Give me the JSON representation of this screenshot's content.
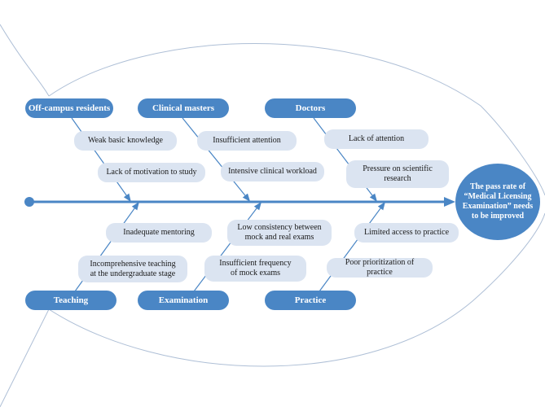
{
  "diagram": {
    "effect": "The pass rate of\n“Medical Licensing\nExamination” needs\nto be improved",
    "categories": {
      "off_campus_residents": "Off-campus residents",
      "clinical_masters": "Clinical masters",
      "doctors": "Doctors",
      "teaching": "Teaching",
      "examination": "Examination",
      "practice": "Practice"
    },
    "causes": {
      "weak_basic_knowledge": "Weak basic knowledge",
      "lack_of_motivation": "Lack of motivation to study",
      "insufficient_attention": "Insufficient attention",
      "intensive_clinical_workload": "Intensive clinical workload",
      "lack_of_attention": "Lack of attention",
      "pressure_on_research": "Pressure on scientific\nresearch",
      "inadequate_mentoring": "Inadequate mentoring",
      "incomprehensive_teaching": "Incomprehensive teaching\nat the undergraduate stage",
      "low_consistency": "Low consistency between\nmock and real exams",
      "insufficient_frequency": "Insufficient frequency\nof mock exams",
      "limited_access": "Limited access to practice",
      "poor_prioritization": "Poor prioritization of practice"
    },
    "colors": {
      "primary": "#4a86c5",
      "cause_fill": "#dbe4f1",
      "outline": "#aebfd6"
    }
  }
}
